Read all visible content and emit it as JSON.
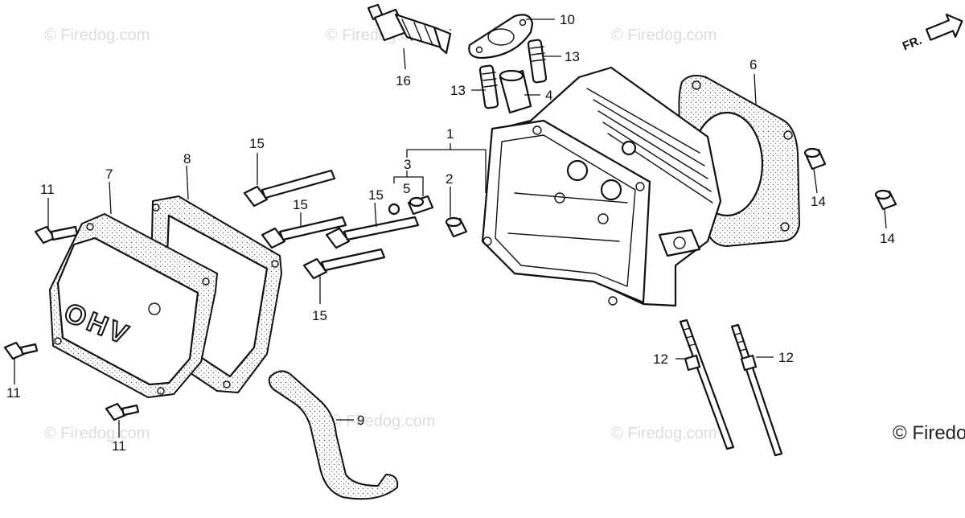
{
  "labels": {
    "p1": "1",
    "p2": "2",
    "p3": "3",
    "p4": "4",
    "p5": "5",
    "p6": "6",
    "p7": "7",
    "p8": "8",
    "p9": "9",
    "p10": "10",
    "p11a": "11",
    "p11b": "11",
    "p11c": "11",
    "p12a": "12",
    "p12b": "12",
    "p13a": "13",
    "p13b": "13",
    "p14a": "14",
    "p14b": "14",
    "p15a": "15",
    "p15b": "15",
    "p15c": "15",
    "p15d": "15",
    "p16": "16"
  },
  "cover_text": "OHV",
  "direction_mark": "FR.",
  "watermark": "© Firedog.com",
  "watermark_corner": "© Firedog"
}
